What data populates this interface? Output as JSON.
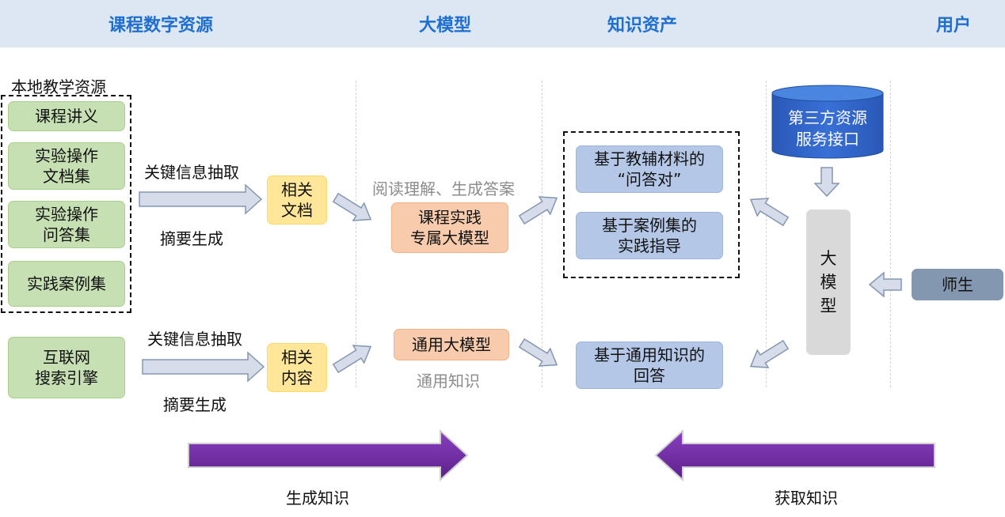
{
  "header": {
    "columns": [
      "课程数字资源",
      "大模型",
      "知识资产",
      "用户"
    ]
  },
  "local_resources": {
    "title": "本地教学资源",
    "items": [
      "课程讲义",
      "实验操作\n文档集",
      "实验操作\n问答集",
      "实践案例集"
    ]
  },
  "internet": {
    "label": "互联网\n搜索引擎"
  },
  "top_flow": {
    "extract_label": "关键信息抽取",
    "summary_label": "摘要生成",
    "docs_label": "相关\n文档",
    "reading_label": "阅读理解、生成答案",
    "model_label": "课程实践\n专属大模型"
  },
  "bottom_flow": {
    "extract_label": "关键信息抽取",
    "summary_label": "摘要生成",
    "content_label": "相关\n内容",
    "model_label": "通用大模型",
    "knowledge_label": "通用知识"
  },
  "assets": {
    "qa_pairs": "基于教辅材料的\n“问答对”",
    "practice_guide": "基于案例集的\n实践指导",
    "general_answer": "基于通用知识的\n回答"
  },
  "third_party": {
    "label": "第三方资源\n服务接口"
  },
  "big_model": {
    "label": "大\n模\n型"
  },
  "users": {
    "label": "师生"
  },
  "bottom_arrows": {
    "generate": "生成知识",
    "acquire": "获取知识"
  },
  "colors": {
    "header_bg": "#dde6f3",
    "header_text": "#1f6fd1",
    "purple_arrow": "#7030a0",
    "cylinder": "#2f63c7"
  }
}
